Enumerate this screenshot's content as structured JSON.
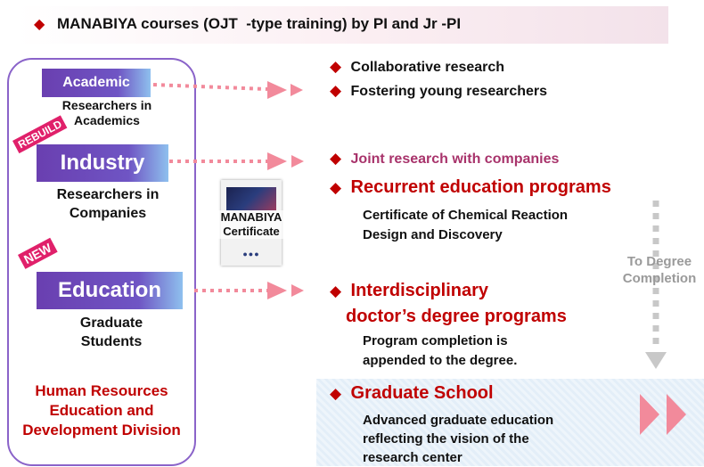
{
  "header": {
    "title": "MANABIYA courses (OJT  -type training) by PI and Jr -PI"
  },
  "left_panel": {
    "academic": {
      "label": "Academic",
      "sub": "Researchers in Academics"
    },
    "industry": {
      "label": "Industry",
      "sub": "Researchers in Companies",
      "tag": "REBUILD"
    },
    "education": {
      "label": "Education",
      "sub": "Graduate Students",
      "tag": "NEW"
    },
    "division": "Human Resources Education and Development Division"
  },
  "certificate": {
    "label": "MANABIYA Certificate"
  },
  "right": {
    "academic_items": [
      "Collaborative research",
      "Fostering young researchers"
    ],
    "industry_item": "Joint research with companies",
    "recurrent": {
      "title": "Recurrent education programs",
      "desc_1": "Certificate of Chemical Reaction",
      "desc_2": "Design and Discovery"
    },
    "interdisciplinary": {
      "title_1": "Interdisciplinary",
      "title_2": "doctor’s degree programs",
      "desc_1": "Program completion is",
      "desc_2": "appended to the degree."
    },
    "graduate_school": {
      "title": "Graduate School",
      "desc_1": "Advanced graduate education",
      "desc_2": "reflecting the vision of the",
      "desc_3": "research center"
    }
  },
  "degree_label": "To Degree Completion",
  "colors": {
    "accent_red": "#c00000",
    "purple": "#6a3fb0",
    "arrow_pink": "#f28a9b",
    "joint_text": "#a8336b"
  }
}
